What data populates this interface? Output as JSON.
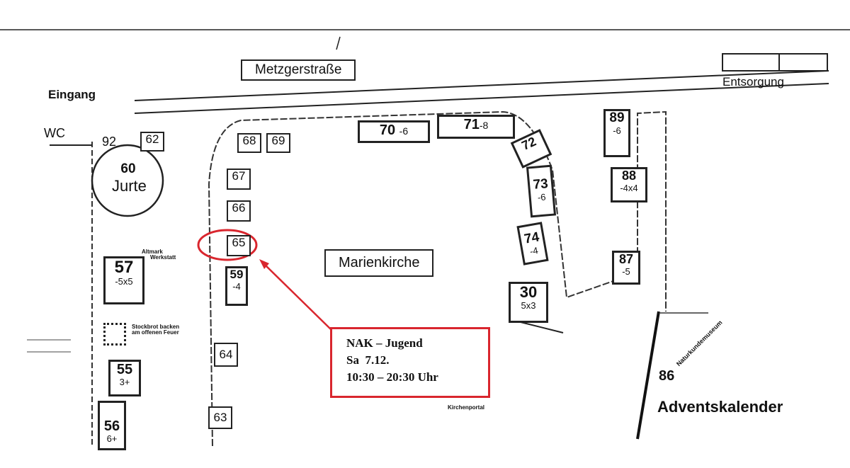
{
  "map": {
    "street": "Metzgerstraße",
    "entrance": "Eingang",
    "disposal": "Entsorgung",
    "wc": "WC",
    "church": "Marienkirche",
    "church_portal": "Kirchenportal",
    "museum": "Naturkundemuseum",
    "advent_number": "86",
    "advent_label": "Adventskalender",
    "workshop_note": [
      "Altmark",
      "Werkstatt"
    ],
    "stockbrot_note": [
      "Stockbrot backen",
      "am offenen Feuer"
    ],
    "yurt": {
      "number": "60",
      "label": "Jurte"
    },
    "stands": [
      {
        "id": "92",
        "size": ""
      },
      {
        "id": "62",
        "size": ""
      },
      {
        "id": "68",
        "size": ""
      },
      {
        "id": "69",
        "size": ""
      },
      {
        "id": "67",
        "size": ""
      },
      {
        "id": "66",
        "size": ""
      },
      {
        "id": "65",
        "size": ""
      },
      {
        "id": "59",
        "size": "-4"
      },
      {
        "id": "57",
        "size": "-5x5"
      },
      {
        "id": "55",
        "size": "3+"
      },
      {
        "id": "56",
        "size": "6+"
      },
      {
        "id": "64",
        "size": ""
      },
      {
        "id": "63",
        "size": ""
      },
      {
        "id": "70",
        "size": "-6"
      },
      {
        "id": "71",
        "size": "-8"
      },
      {
        "id": "72",
        "size": ""
      },
      {
        "id": "73",
        "size": "-6"
      },
      {
        "id": "74",
        "size": "-4"
      },
      {
        "id": "30",
        "size": "5x3"
      },
      {
        "id": "89",
        "size": "-6"
      },
      {
        "id": "88",
        "size": "-4x4"
      },
      {
        "id": "87",
        "size": "-5"
      }
    ]
  },
  "callout": {
    "title": "NAK – Jugend",
    "date": "Sa  7.12.",
    "time": "10:30 – 20:30 Uhr",
    "color": "#d9262e"
  }
}
